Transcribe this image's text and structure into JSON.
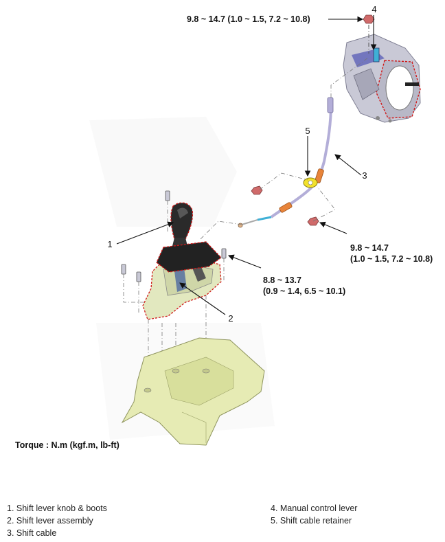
{
  "callouts": [
    {
      "num": "1"
    },
    {
      "num": "2"
    },
    {
      "num": "3"
    },
    {
      "num": "4"
    },
    {
      "num": "5"
    }
  ],
  "torque_specs": {
    "manual_lever_nut": {
      "line1": "9.8 ~ 14.7 (1.0 ~ 1.5, 7.2 ~ 10.8)"
    },
    "cable_bracket_bolt": {
      "line1": "9.8 ~ 14.7",
      "line2": "(1.0 ~ 1.5, 7.2 ~ 10.8)"
    },
    "shift_lever_bolt": {
      "line1": "8.8 ~ 13.7",
      "line2": "(0.9 ~ 1.4, 6.5 ~ 10.1)"
    }
  },
  "torque_unit_label": "Torque : N.m (kgf.m, lb-ft)",
  "legend": {
    "left": [
      "1. Shift lever knob & boots",
      "2. Shift lever assembly",
      "3. Shift cable"
    ],
    "right": [
      "4. Manual control lever",
      "5. Shift cable retainer"
    ]
  },
  "colors": {
    "floor_panel": "#e6ebb4",
    "lever_base": "#e2e8bf",
    "knob": "#2a2a2a",
    "cable": "#b3aed8",
    "cable_sleeve": "#e8843a",
    "cable_blue": "#3fb0d6",
    "retainer": "#f2e12c",
    "outline_red": "#d01818",
    "transaxle": "#c9c9d6"
  }
}
